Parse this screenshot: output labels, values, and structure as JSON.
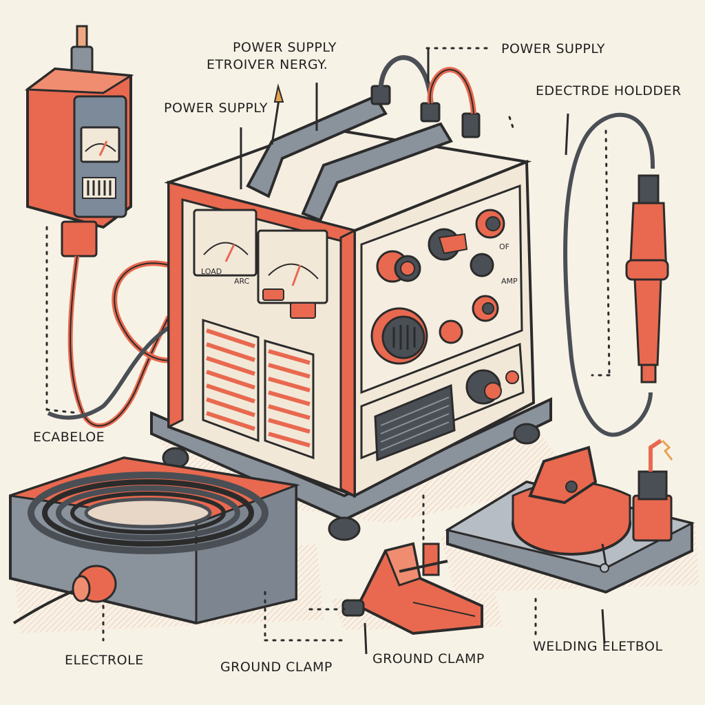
{
  "labels": {
    "power_supply_top": "POWER SUPPLY",
    "etroiver_nergy": "ETROIVER NERGY.",
    "power_supply_right": "POWER SUPPLY",
    "power_supply_left": "POWER SUPPLY",
    "electrode_holder": "EDECTRDE HOLDDER",
    "ecabeloe": "ECABELOE",
    "electrole": "ELECTROLE",
    "ground_clamp_1": "GROUND CLAMP",
    "ground_clamp_2": "GROUND CLAMP",
    "welding_eletbol": "WELDING ELETBOL"
  },
  "panel_text": {
    "meter_left_scale": "LOAD",
    "meter_left_unit": "ARC",
    "knob_label_1": "OF",
    "knob_label_2": "AMP"
  },
  "colors": {
    "background": "#f7f2e6",
    "accent": "#e8694f",
    "metal": "#8a929c",
    "outline": "#2b2b2b",
    "cream": "#f2e8d8",
    "cable": "#4a4f55"
  }
}
